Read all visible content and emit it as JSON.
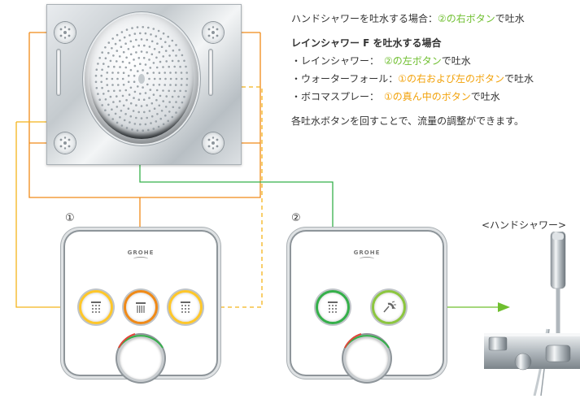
{
  "info": {
    "line1": {
      "prefix": "ハンドシャワーを吐水する場合：",
      "highlight": "②の右ボタン",
      "suffix": "で吐水"
    },
    "line2": {
      "title": "レインシャワー F を吐水する場合"
    },
    "bullets": [
      {
        "label": "・レインシャワー：　",
        "highlight": "②の左ボタン",
        "suffix": "で吐水",
        "color": "green"
      },
      {
        "label": "・ウォーターフォール：",
        "highlight": "①の右および左のボタン",
        "suffix": "で吐水",
        "color": "orange"
      },
      {
        "label": "・ボコマスプレー：　",
        "highlight": "①の真ん中のボタン",
        "suffix": "で吐水",
        "color": "orange"
      }
    ],
    "note": "各吐水ボタンを回すことで、流量の調整ができます。"
  },
  "valves": [
    {
      "number": "①",
      "brand": "GROHE",
      "buttons": [
        "waterfall-left",
        "bokoma-spray",
        "waterfall-right"
      ]
    },
    {
      "number": "②",
      "brand": "GROHE",
      "buttons": [
        "rain-shower",
        "hand-shower"
      ]
    }
  ],
  "hand_shower_label": "<ハンドシャワー>",
  "colors": {
    "orange": "#f08a18",
    "yellow": "#ffc72a",
    "green": "#35b04a",
    "light_green": "#8cc63f",
    "highlight_green": "#6fbf2f",
    "highlight_orange": "#f2a20a"
  }
}
